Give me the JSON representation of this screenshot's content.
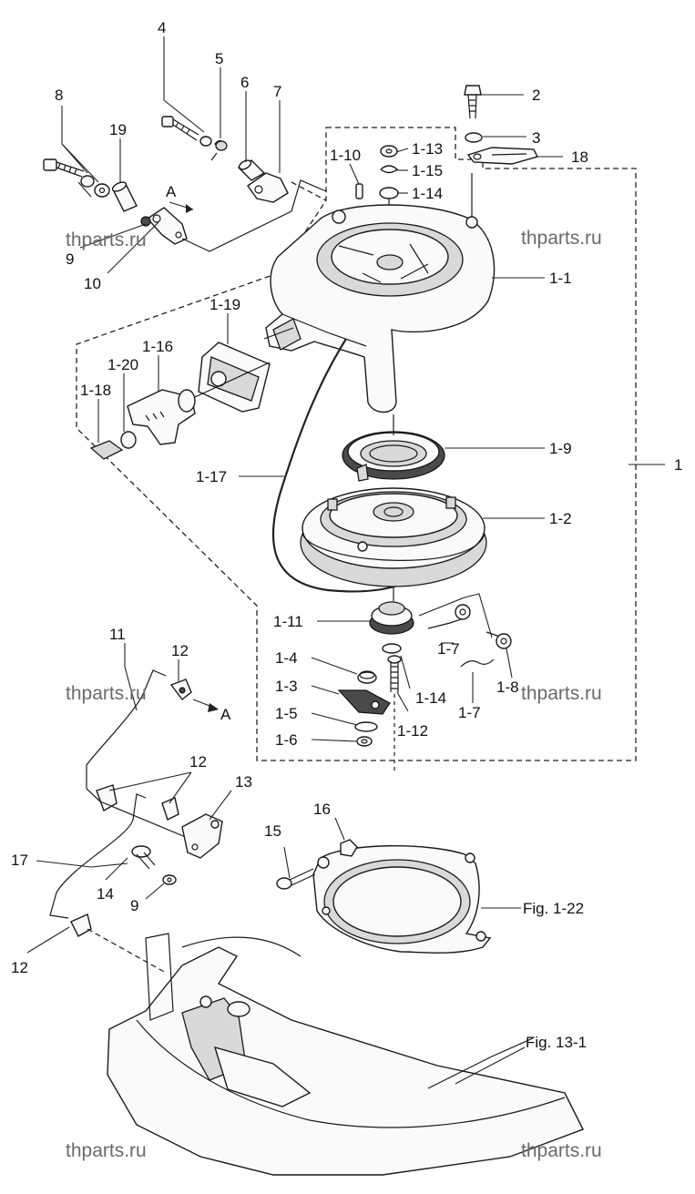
{
  "watermark": "thparts.ru",
  "callouts": {
    "c2": "2",
    "c3": "3",
    "c4": "4",
    "c5": "5",
    "c6": "6",
    "c7": "7",
    "c8": "8",
    "c9a": "9",
    "c9b": "9",
    "c10": "10",
    "c11": "11",
    "c12a": "12",
    "c12b": "12",
    "c12c": "12",
    "c13": "13",
    "c14": "14",
    "c15": "15",
    "c16": "16",
    "c17": "17",
    "c18": "18",
    "c19": "19",
    "c1": "1",
    "c1_1": "1-1",
    "c1_2": "1-2",
    "c1_3": "1-3",
    "c1_4": "1-4",
    "c1_5": "1-5",
    "c1_6": "1-6",
    "c1_7a": "1-7",
    "c1_7b": "1-7",
    "c1_8": "1-8",
    "c1_9": "1-9",
    "c1_10": "1-10",
    "c1_11": "1-11",
    "c1_12": "1-12",
    "c1_13": "1-13",
    "c1_14a": "1-14",
    "c1_14b": "1-14",
    "c1_15": "1-15",
    "c1_16": "1-16",
    "c1_17": "1-17",
    "c1_18": "1-18",
    "c1_19": "1-19",
    "c1_20": "1-20",
    "arrowA1": "A",
    "arrowA2": "A",
    "fig1_22": "Fig. 1-22",
    "fig13_1": "Fig. 13-1"
  }
}
